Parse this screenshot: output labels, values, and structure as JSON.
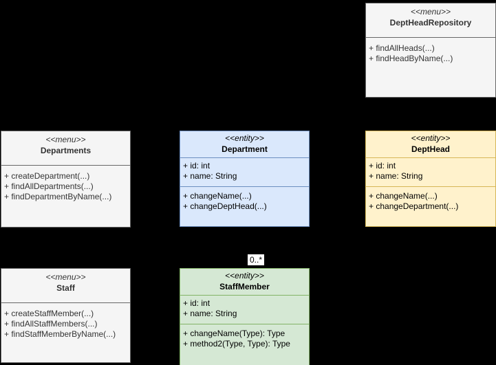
{
  "diagram": {
    "background_color": "#000000",
    "multiplicity_label": {
      "text": "0..*",
      "background": "#ffffff"
    }
  },
  "classes": [
    {
      "name": "DeptHeadRepository",
      "stereotype": "<<menu>>",
      "kind": "menu",
      "fill": "#f5f5f5",
      "stroke": "#666666",
      "attributes": [],
      "methods": [
        "+ findAllHeads(...)",
        "+ findHeadByName(...)"
      ]
    },
    {
      "name": "Departments",
      "stereotype": "<<menu>>",
      "kind": "menu",
      "fill": "#f5f5f5",
      "stroke": "#666666",
      "attributes": [],
      "methods": [
        "+ createDepartment(...)",
        "+ findAllDepartments(...)",
        "+ findDepartmentByName(...)"
      ]
    },
    {
      "name": "Department",
      "stereotype": "<<entity>>",
      "kind": "entity",
      "fill": "#dae8fc",
      "stroke": "#6c8ebf",
      "attributes": [
        "+ id: int",
        "+ name: String"
      ],
      "methods": [
        "+ changeName(...)",
        "+ changeDeptHead(...)"
      ]
    },
    {
      "name": "DeptHead",
      "stereotype": "<<entity>>",
      "kind": "entity",
      "fill": "#fff2cc",
      "stroke": "#d6b656",
      "attributes": [
        "+ id: int",
        "+ name: String"
      ],
      "methods": [
        "+ changeName(...)",
        "+ changeDepartment(...)"
      ]
    },
    {
      "name": "Staff",
      "stereotype": "<<menu>>",
      "kind": "menu",
      "fill": "#f5f5f5",
      "stroke": "#666666",
      "attributes": [],
      "methods": [
        "+ createStaffMember(...)",
        "+ findAllStaffMembers(...)",
        "+ findStaffMemberByName(...)"
      ]
    },
    {
      "name": "StaffMember",
      "stereotype": "<<entity>>",
      "kind": "entity",
      "fill": "#d5e8d4",
      "stroke": "#82b366",
      "attributes": [
        "+ id: int",
        "+ name: String"
      ],
      "methods": [
        "+ changeName(Type): Type",
        "+ method2(Type, Type): Type"
      ]
    }
  ]
}
